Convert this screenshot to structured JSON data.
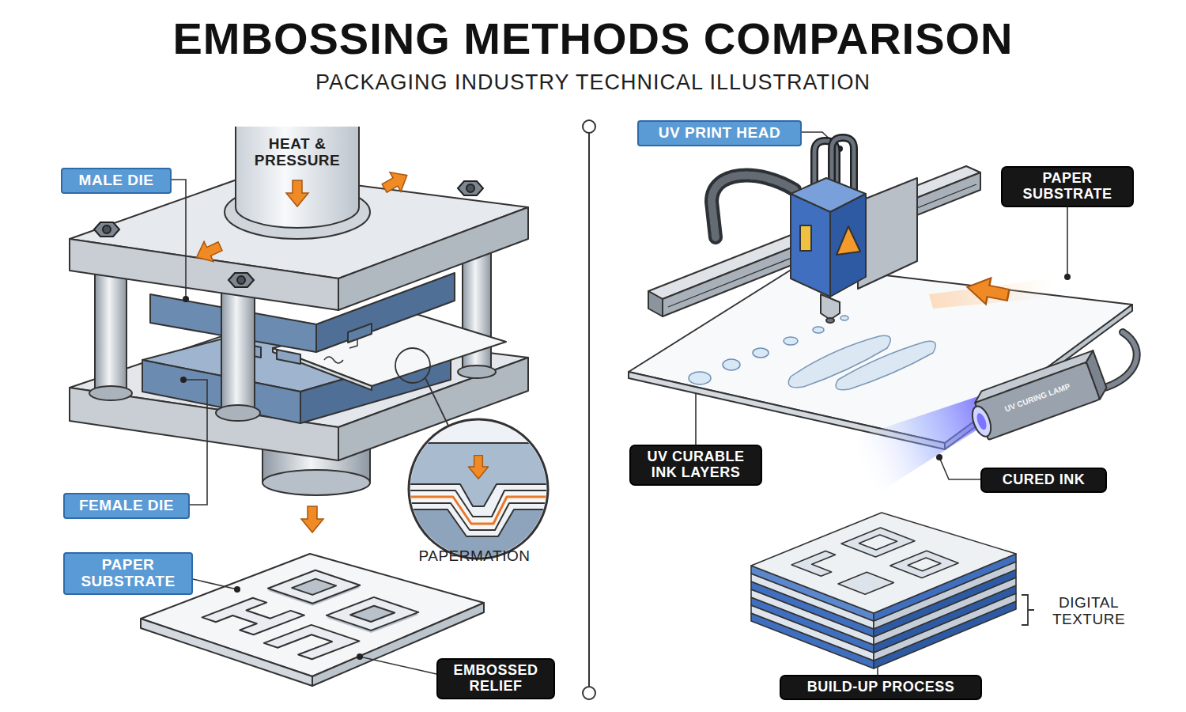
{
  "diagram": {
    "title": "EMBOSSING METHODS COMPARISON",
    "nodes": [
      {
        "text": [
          "MALE DIE"
        ]
      },
      {
        "text": [
          "FEMALE DIE"
        ]
      },
      {
        "text": [
          "PAPER SUBSTRATE"
        ]
      },
      {
        "text": [
          "EMBOSSED RELIEF"
        ]
      },
      {
        "text": [
          "UV PRINT HEAD"
        ]
      },
      {
        "text": [
          "PAPER SUBSTRATE"
        ]
      },
      {
        "text": [
          "UV CURABLE INK LAYERS"
        ]
      },
      {
        "text": [
          "CURED INK"
        ]
      },
      {
        "text": [
          "BUILD-UP PROCESS"
        ]
      }
    ],
    "labels": [
      "PACKAGING INDUSTRY TECHNICAL ILLUSTRATION",
      "HEAT & PRESSURE",
      "PAPERMATION",
      "DIGITAL TEXTURE",
      "UV CURING LAMP"
    ]
  }
}
